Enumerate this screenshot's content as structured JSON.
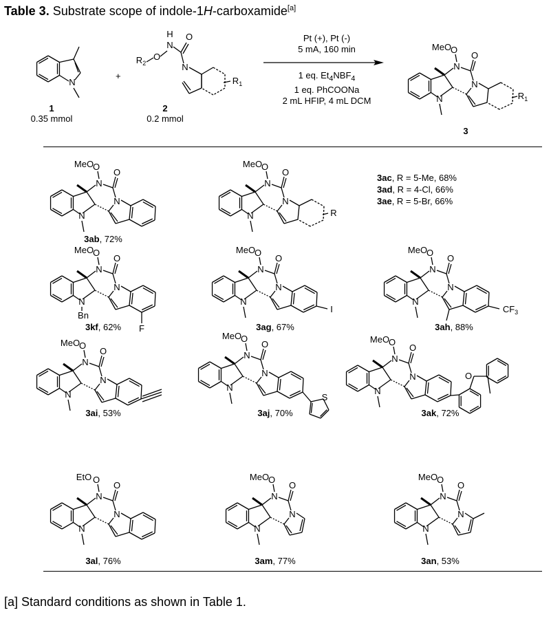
{
  "title": {
    "bold": "Table 3.",
    "text": " Substrate scope of indole-1",
    "italic": "H",
    "text2": "-carboxamide",
    "sup": "[a]"
  },
  "scheme": {
    "reactant1": {
      "id": "1",
      "amount": "0.35 mmol"
    },
    "plus": "+",
    "reactant2": {
      "id": "2",
      "amount": "0.2 mmol",
      "r2": "R",
      "r2sup": "2",
      "r1": "R",
      "r1sup": "1"
    },
    "conditions_above": [
      "Pt (+), Pt (-)",
      "5 mA, 160 min"
    ],
    "conditions_below": [
      "1 eq. Et",
      "4",
      "NBF",
      "4",
      "1 eq. PhCOONa",
      "2 mL HFIP, 4 mL DCM"
    ],
    "product": {
      "id": "3"
    }
  },
  "atoms": {
    "N": "N",
    "O": "O",
    "H": "H",
    "MeO": "MeO",
    "EtO": "EtO",
    "Bn": "Bn",
    "F": "F",
    "I": "I",
    "CF3": "CF",
    "CF3sub": "3",
    "R": "R",
    "S": "S"
  },
  "rgroup_list": [
    {
      "id": "3ac",
      "text": ", R = 5-Me, 68%"
    },
    {
      "id": "3ad",
      "text": ", R = 4-Cl, 66%"
    },
    {
      "id": "3ae",
      "text": ", R = 5-Br, 66%"
    }
  ],
  "products": [
    {
      "id": "3ab",
      "yield": ", 72%"
    },
    {
      "id": "3kf",
      "yield": ", 62%"
    },
    {
      "id": "3ag",
      "yield": ", 67%"
    },
    {
      "id": "3ah",
      "yield": ", 88%"
    },
    {
      "id": "3ai",
      "yield": ", 53%"
    },
    {
      "id": "3aj",
      "yield": ", 70%"
    },
    {
      "id": "3ak",
      "yield": ", 72%"
    },
    {
      "id": "3al",
      "yield": ", 76%"
    },
    {
      "id": "3am",
      "yield": ", 77%"
    },
    {
      "id": "3an",
      "yield": ", 53%"
    }
  ],
  "footnote": "[a] Standard conditions as shown in Table 1."
}
